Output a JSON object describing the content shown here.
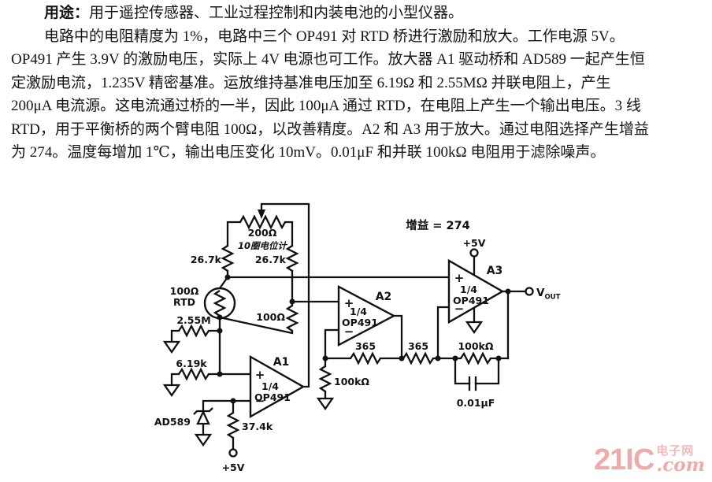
{
  "document": {
    "usage_label": "用途：",
    "usage_text": "用于遥控传感器、工业过程控制和内装电池的小型仪器。",
    "body_lines": [
      "电路中的电阻精度为 1%，电路中三个 OP491 对 RTD 桥进行激励和放大。工作电源 5V。",
      "OP491 产生 3.9V 的激励电压，实际上 4V 电源也可工作。放大器 A1 驱动桥和 AD589 一起产生恒",
      "定激励电流，1.235V 精密基准。运放维持基准电压加至 6.19Ω 和 2.55MΩ 并联电阻上，产生",
      "200μA 电流源。这电流通过桥的一半，因此 100μA 通过 RTD，在电阻上产生一个输出电压。3 线",
      "RTD，用于平衡桥的两个臂电阻 100Ω，以改善精度。A2 和 A3 用于放大。通过电阻选择产生增益",
      "为 274。温度每增加 1℃，输出电压变化 10mV。0.01μF 和并联 100kΩ 电阻用于滤除噪声。"
    ]
  },
  "circuit": {
    "gain_note": "增益 = 274",
    "pot_value": "200Ω",
    "pot_type": "10圈电位计",
    "r_26_7k_left": "26.7k",
    "r_26_7k_right": "26.7k",
    "rtd_value": "100Ω",
    "rtd_name": "RTD",
    "r_2_55m": "2.55M",
    "r_6_19k": "6.19k",
    "r_bridge_100": "100Ω",
    "r_37_4k": "37.4k",
    "ref_diode": "AD589",
    "r_100k_a2": "100kΩ",
    "r_365_a": "365",
    "r_365_b": "365",
    "r_100k_fb": "100kΩ",
    "c_filter": "0.01μF",
    "supply_a1": "+5V",
    "supply_a3": "+5V",
    "vout_main": "V",
    "vout_sub": "OUT",
    "opamps": [
      {
        "name": "A1",
        "fraction": "1/4",
        "part": "OP491",
        "plus": "+",
        "minus": "−"
      },
      {
        "name": "A2",
        "fraction": "1/4",
        "part": "OP491",
        "plus": "+",
        "minus": "−"
      },
      {
        "name": "A3",
        "fraction": "1/4",
        "part": "OP491",
        "plus": "+",
        "minus": "−"
      }
    ]
  },
  "watermark": {
    "brand": "21IC",
    "suffix_cn": "电子网",
    "suffix_com": ".com"
  },
  "colors": {
    "ink": "#111111",
    "paper": "#ffffff",
    "watermark_pink": "#eeabab"
  }
}
